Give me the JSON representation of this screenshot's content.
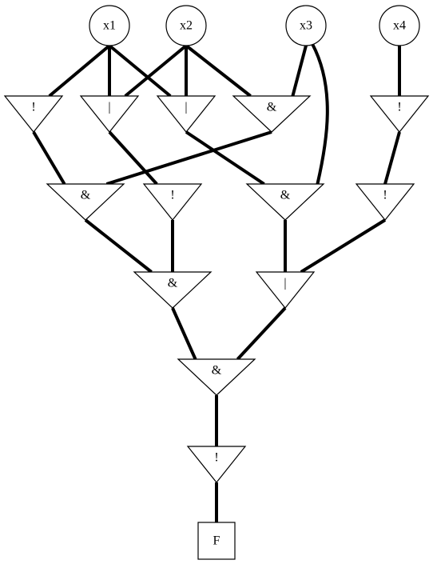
{
  "diagram": {
    "nodes": [
      {
        "id": "x1",
        "label": "x1",
        "shape": "circle"
      },
      {
        "id": "x2",
        "label": "x2",
        "shape": "circle"
      },
      {
        "id": "x3",
        "label": "x3",
        "shape": "circle"
      },
      {
        "id": "x4",
        "label": "x4",
        "shape": "circle"
      },
      {
        "id": "not1",
        "label": "!",
        "shape": "triangle"
      },
      {
        "id": "or1",
        "label": "|",
        "shape": "triangle"
      },
      {
        "id": "or2",
        "label": "|",
        "shape": "triangle"
      },
      {
        "id": "and1",
        "label": "&",
        "shape": "triangle"
      },
      {
        "id": "not2",
        "label": "!",
        "shape": "triangle"
      },
      {
        "id": "and2",
        "label": "&",
        "shape": "triangle"
      },
      {
        "id": "not3",
        "label": "!",
        "shape": "triangle"
      },
      {
        "id": "and3",
        "label": "&",
        "shape": "triangle"
      },
      {
        "id": "not4",
        "label": "!",
        "shape": "triangle"
      },
      {
        "id": "and4",
        "label": "&",
        "shape": "triangle"
      },
      {
        "id": "or3",
        "label": "|",
        "shape": "triangle"
      },
      {
        "id": "and5",
        "label": "&",
        "shape": "triangle"
      },
      {
        "id": "not5",
        "label": "!",
        "shape": "triangle"
      },
      {
        "id": "F",
        "label": "F",
        "shape": "box"
      }
    ],
    "edges": [
      {
        "from": "x1",
        "to": "not1"
      },
      {
        "from": "x1",
        "to": "or1"
      },
      {
        "from": "x1",
        "to": "or2"
      },
      {
        "from": "x2",
        "to": "or1"
      },
      {
        "from": "x2",
        "to": "or2"
      },
      {
        "from": "x2",
        "to": "and1"
      },
      {
        "from": "x3",
        "to": "and1"
      },
      {
        "from": "x3",
        "to": "and3"
      },
      {
        "from": "x4",
        "to": "not2"
      },
      {
        "from": "not1",
        "to": "and2"
      },
      {
        "from": "and1",
        "to": "and2"
      },
      {
        "from": "or1",
        "to": "not3"
      },
      {
        "from": "or2",
        "to": "and3"
      },
      {
        "from": "not2",
        "to": "not4"
      },
      {
        "from": "and2",
        "to": "and4"
      },
      {
        "from": "not3",
        "to": "and4"
      },
      {
        "from": "and3",
        "to": "or3"
      },
      {
        "from": "not4",
        "to": "or3"
      },
      {
        "from": "and4",
        "to": "and5"
      },
      {
        "from": "or3",
        "to": "and5"
      },
      {
        "from": "and5",
        "to": "not5"
      },
      {
        "from": "not5",
        "to": "F"
      }
    ]
  }
}
